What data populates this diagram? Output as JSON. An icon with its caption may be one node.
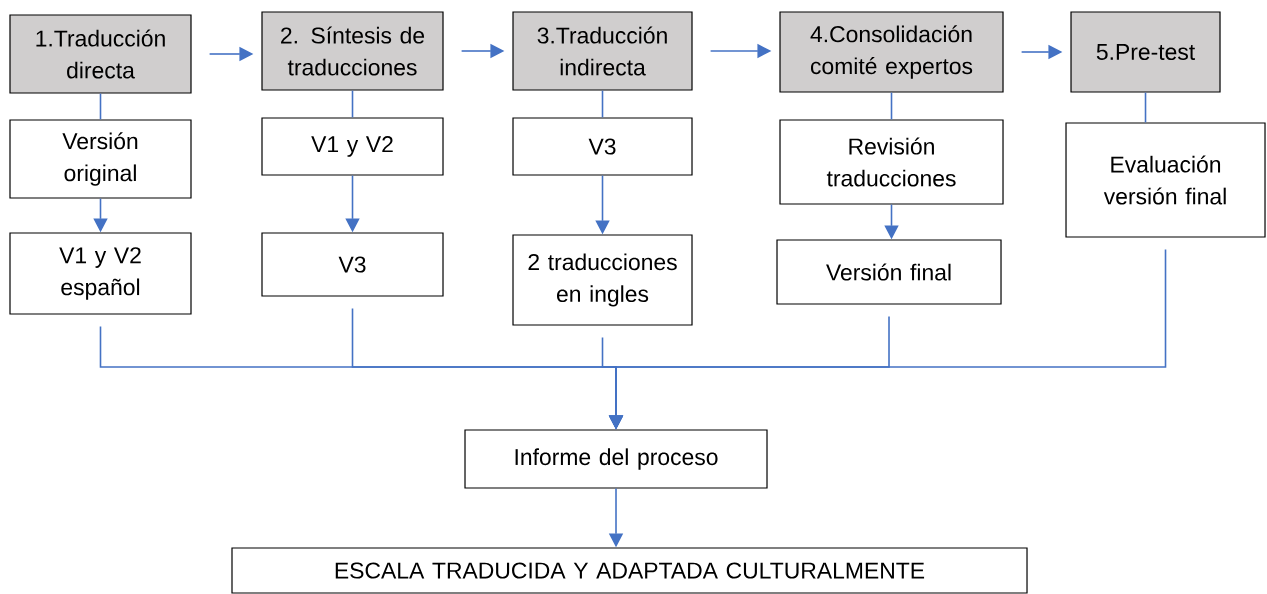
{
  "diagram": {
    "nodes": [
      {
        "text": [
          "1.Traducción directa"
        ]
      },
      {
        "text": [
          "2. Síntesis de traducciones"
        ]
      },
      {
        "text": [
          "3.Traducción indirecta"
        ]
      },
      {
        "text": [
          "4.Consolidación comité expertos"
        ]
      },
      {
        "text": [
          "5.Pre-test"
        ]
      },
      {
        "text": [
          "Versión original"
        ]
      },
      {
        "text": [
          "V1 y V2"
        ]
      },
      {
        "text": [
          "V3"
        ]
      },
      {
        "text": [
          "Revisión traducciones"
        ]
      },
      {
        "text": [
          "Evaluación versión final"
        ]
      },
      {
        "text": [
          "V1 y V2 español"
        ]
      },
      {
        "text": [
          "V3"
        ]
      },
      {
        "text": [
          "2 traducciones en ingles"
        ]
      },
      {
        "text": [
          "Versión final"
        ]
      },
      {
        "text": [
          "Informe del proceso"
        ]
      },
      {
        "text": [
          "ESCALA TRADUCIDA Y ADAPTADA CULTURALMENTE"
        ]
      }
    ],
    "edges": [
      {
        "from": 0,
        "to": 1,
        "arrow": "to"
      },
      {
        "from": 1,
        "to": 2,
        "arrow": "to"
      },
      {
        "from": 2,
        "to": 3,
        "arrow": "to"
      },
      {
        "from": 3,
        "to": 4,
        "arrow": "to"
      },
      {
        "from": 0,
        "to": 5,
        "arrow": "none"
      },
      {
        "from": 1,
        "to": 6,
        "arrow": "none"
      },
      {
        "from": 2,
        "to": 7,
        "arrow": "none"
      },
      {
        "from": 3,
        "to": 8,
        "arrow": "none"
      },
      {
        "from": 4,
        "to": 9,
        "arrow": "none"
      },
      {
        "from": 5,
        "to": 10,
        "arrow": "to"
      },
      {
        "from": 6,
        "to": 11,
        "arrow": "to"
      },
      {
        "from": 7,
        "to": 12,
        "arrow": "to"
      },
      {
        "from": 8,
        "to": 13,
        "arrow": "to"
      },
      {
        "from": 10,
        "to": 14,
        "arrow": "to"
      },
      {
        "from": 11,
        "to": 14,
        "arrow": "to"
      },
      {
        "from": 12,
        "to": 14,
        "arrow": "to"
      },
      {
        "from": 13,
        "to": 14,
        "arrow": "to"
      },
      {
        "from": 9,
        "to": 14,
        "arrow": "to"
      },
      {
        "from": 14,
        "to": 15,
        "arrow": "to"
      }
    ]
  }
}
